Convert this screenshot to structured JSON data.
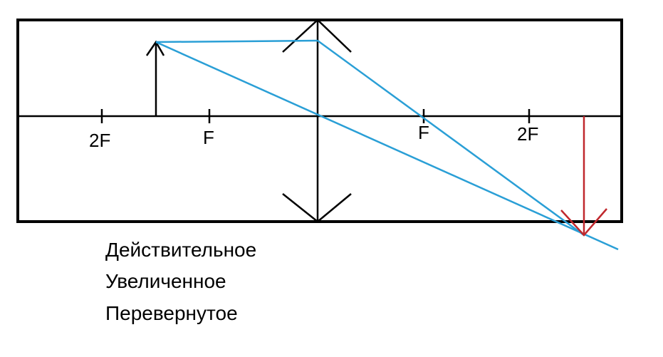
{
  "diagram": {
    "axis_labels": {
      "left_2f": "2F",
      "left_f": "F",
      "right_f": "F",
      "right_2f": "2F"
    },
    "lens_type": "converging",
    "colors": {
      "frame": "#000000",
      "rays": "#2a9fd6",
      "image_arrow": "#c0282d"
    }
  },
  "description": {
    "line1": "Действительное",
    "line2": "Увеличенное",
    "line3": "Перевернутое"
  }
}
